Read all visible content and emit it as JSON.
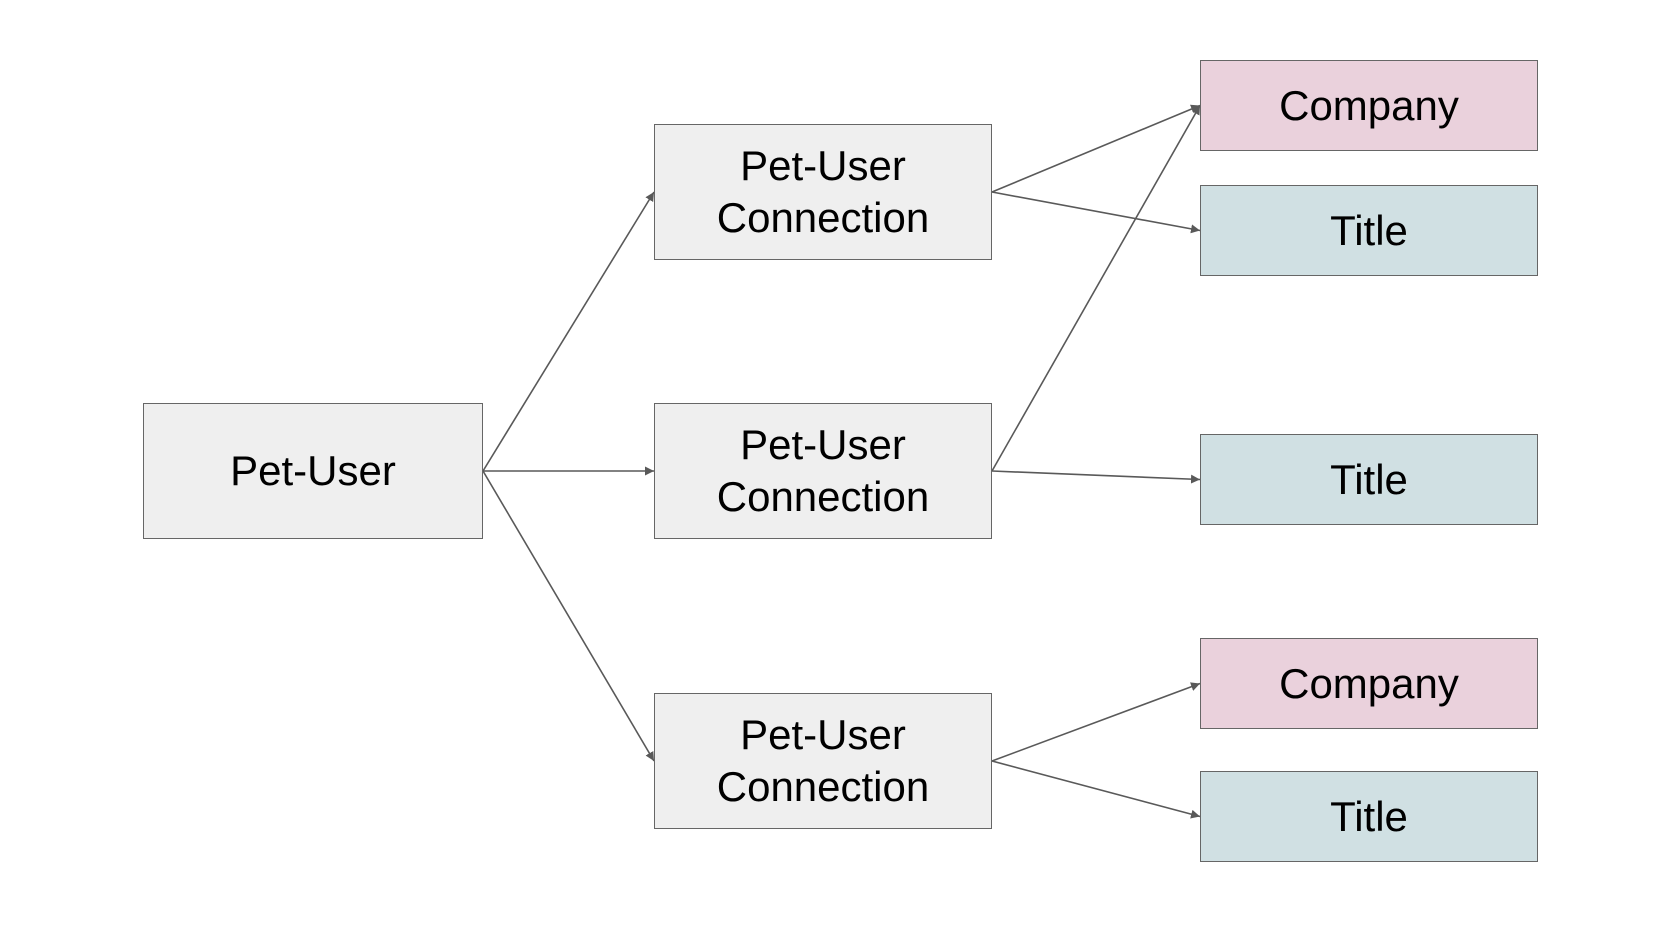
{
  "colors": {
    "pet_fill": "#efefef",
    "company_fill": "#ead1dc",
    "title_fill": "#d0e0e3",
    "border": "#666666",
    "arrow": "#595959"
  },
  "nodes": {
    "root": {
      "label": "Pet-User",
      "kind": "pet"
    },
    "conn1": {
      "label": "Pet-User\nConnection",
      "kind": "pet"
    },
    "conn2": {
      "label": "Pet-User\nConnection",
      "kind": "pet"
    },
    "conn3": {
      "label": "Pet-User\nConnection",
      "kind": "pet"
    },
    "company1": {
      "label": "Company",
      "kind": "company"
    },
    "title1": {
      "label": "Title",
      "kind": "title"
    },
    "title2": {
      "label": "Title",
      "kind": "title"
    },
    "company2": {
      "label": "Company",
      "kind": "company"
    },
    "title3": {
      "label": "Title",
      "kind": "title"
    }
  },
  "edges": [
    {
      "from": "root",
      "to": "conn1"
    },
    {
      "from": "root",
      "to": "conn2"
    },
    {
      "from": "root",
      "to": "conn3"
    },
    {
      "from": "conn1",
      "to": "company1"
    },
    {
      "from": "conn1",
      "to": "title1"
    },
    {
      "from": "conn2",
      "to": "company1"
    },
    {
      "from": "conn2",
      "to": "title2"
    },
    {
      "from": "conn3",
      "to": "company2"
    },
    {
      "from": "conn3",
      "to": "title3"
    }
  ]
}
